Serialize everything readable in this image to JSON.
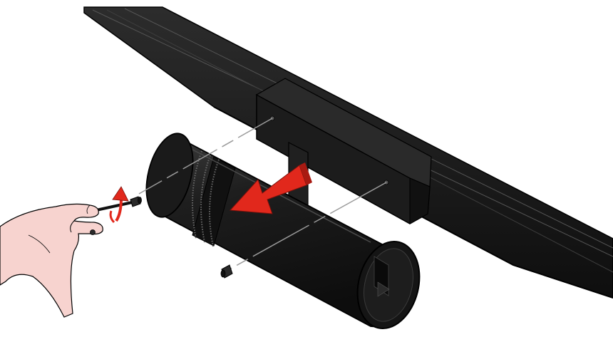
{
  "diagram": {
    "type": "assembly-instruction",
    "colors": {
      "body": "#1b1b1b",
      "body_edge": "#000000",
      "highlight": "#4a4a4a",
      "arrow": "#e1281c",
      "hand": "#f7d3cf",
      "guide_line": "#9a9a9a"
    },
    "icons": [
      "track-rail",
      "cylindrical-spotlight",
      "mounting-bracket",
      "set-screw",
      "allen-key",
      "hand",
      "direction-arrow",
      "rotation-arrow"
    ]
  }
}
